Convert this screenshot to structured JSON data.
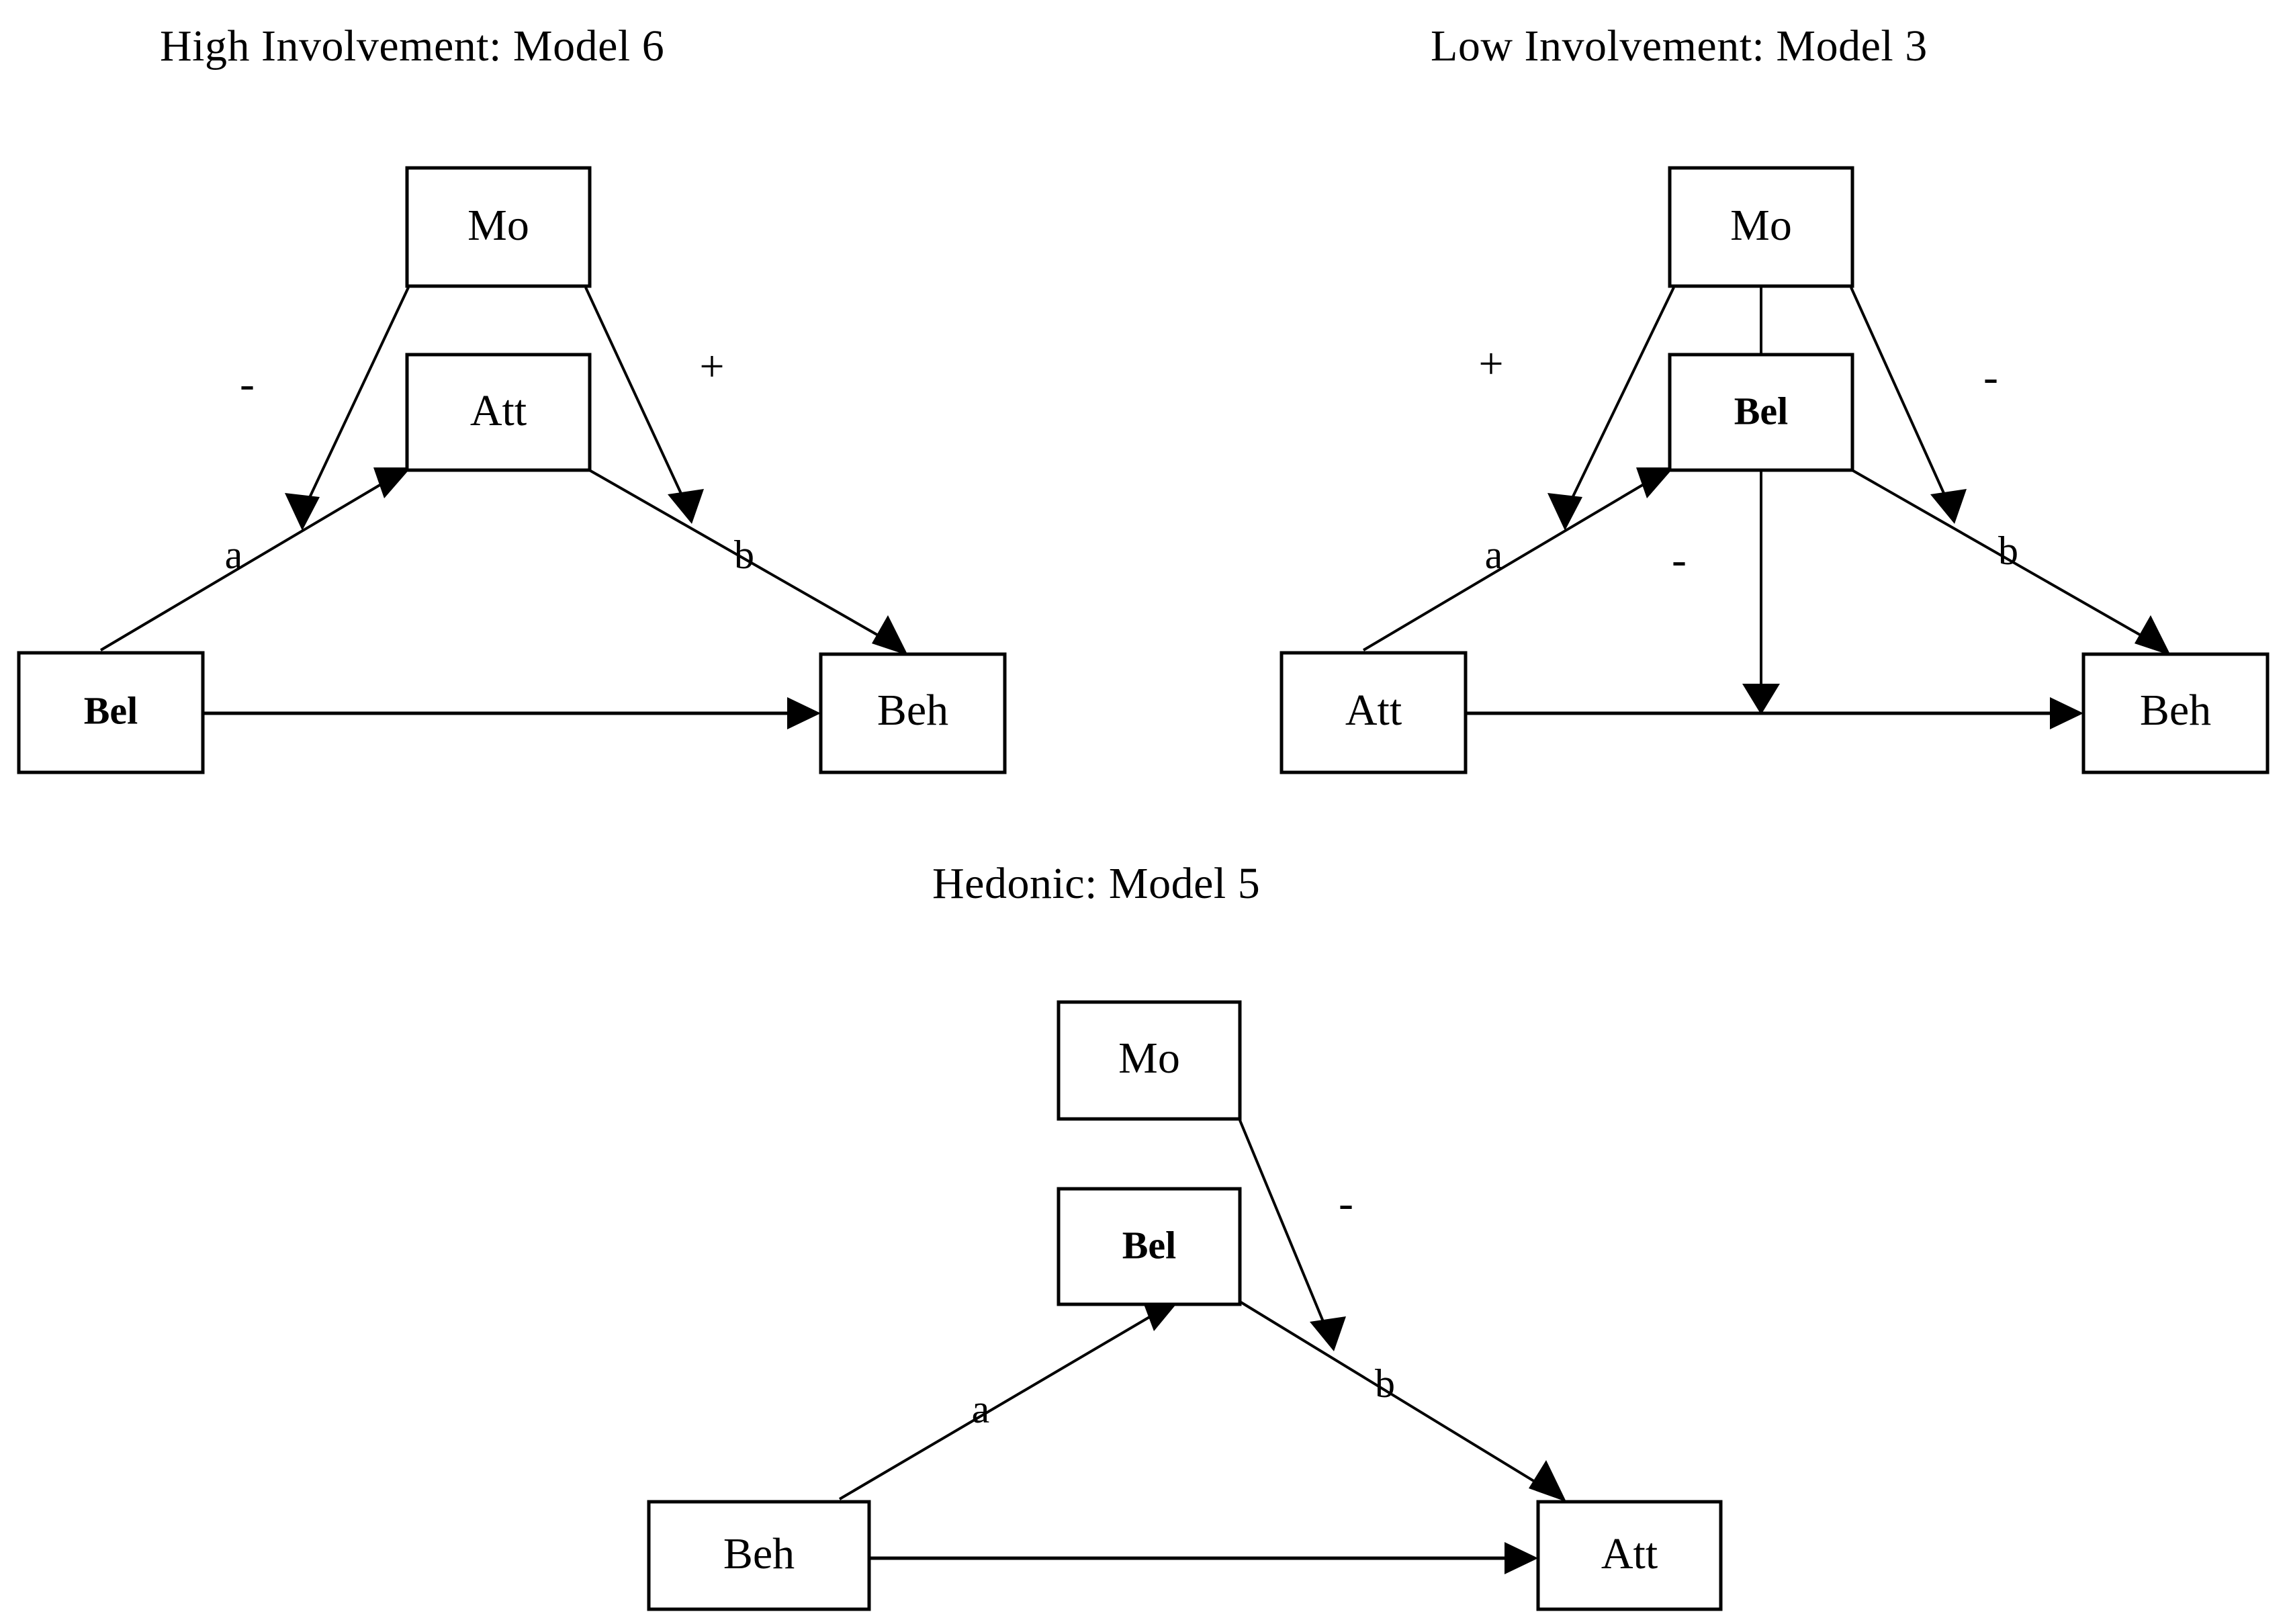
{
  "figure": {
    "background_color": "#ffffff",
    "line_color": "#000000",
    "panels": [
      {
        "id": "high-involvement",
        "title": "High Involvement: Model 6",
        "nodes": {
          "moderator": "Mo",
          "mediator": "Att",
          "predictor": "Bel",
          "outcome": "Beh"
        },
        "path_labels": {
          "a": "a",
          "b": "b"
        },
        "signs": {
          "left": "-",
          "right": "+"
        }
      },
      {
        "id": "low-involvement",
        "title": "Low Involvement: Model 3",
        "nodes": {
          "moderator": "Mo",
          "mediator": "Bel",
          "predictor": "Att",
          "outcome": "Beh"
        },
        "path_labels": {
          "a": "a",
          "b": "b"
        },
        "signs": {
          "left": "+",
          "right": "-",
          "direct": "-"
        }
      },
      {
        "id": "hedonic",
        "title": "Hedonic: Model 5",
        "nodes": {
          "moderator": "Mo",
          "mediator": "Bel",
          "predictor": "Beh",
          "outcome": "Att"
        },
        "path_labels": {
          "a": "a",
          "b": "b"
        },
        "signs": {
          "right": "-"
        }
      }
    ]
  }
}
